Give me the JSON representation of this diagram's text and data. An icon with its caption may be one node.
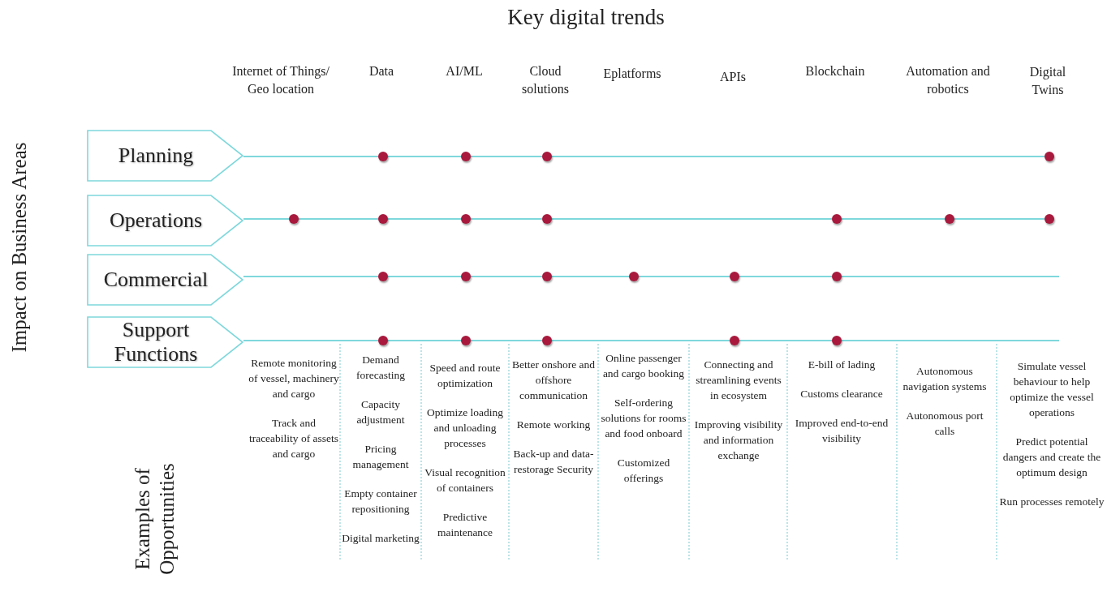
{
  "diagram": {
    "title": "Key digital trends",
    "nodes": [
      {
        "text": [
          "Planning"
        ]
      },
      {
        "text": [],
        "shape": "circle"
      },
      {
        "text": [],
        "shape": "circle"
      },
      {
        "text": [],
        "shape": "circle"
      },
      {
        "text": [],
        "shape": "circle"
      },
      {
        "text": [
          "Operations"
        ]
      },
      {
        "text": [],
        "shape": "circle"
      },
      {
        "text": [],
        "shape": "circle"
      },
      {
        "text": [],
        "shape": "circle"
      },
      {
        "text": [],
        "shape": "circle"
      },
      {
        "text": [],
        "shape": "circle"
      },
      {
        "text": [],
        "shape": "circle"
      },
      {
        "text": [],
        "shape": "circle"
      },
      {
        "text": [
          "Commercial"
        ]
      },
      {
        "text": [],
        "shape": "circle"
      },
      {
        "text": [],
        "shape": "circle"
      },
      {
        "text": [],
        "shape": "circle"
      },
      {
        "text": [],
        "shape": "circle"
      },
      {
        "text": [],
        "shape": "circle"
      },
      {
        "text": [],
        "shape": "circle"
      },
      {
        "text": [
          "Support Functions"
        ]
      },
      {
        "text": [],
        "shape": "circle"
      },
      {
        "text": [],
        "shape": "circle"
      },
      {
        "text": [],
        "shape": "circle"
      },
      {
        "text": [],
        "shape": "circle"
      },
      {
        "text": [],
        "shape": "circle"
      }
    ],
    "edges": [
      {
        "from": 0,
        "to": 1,
        "arrow": "none"
      },
      {
        "from": 1,
        "to": 2,
        "arrow": "none"
      },
      {
        "from": 2,
        "to": 3,
        "arrow": "none"
      },
      {
        "from": 3,
        "to": 4,
        "arrow": "none"
      },
      {
        "from": 5,
        "to": 6,
        "arrow": "none"
      },
      {
        "from": 6,
        "to": 7,
        "arrow": "none"
      },
      {
        "from": 7,
        "to": 8,
        "arrow": "none"
      },
      {
        "from": 8,
        "to": 9,
        "arrow": "none"
      },
      {
        "from": 9,
        "to": 10,
        "arrow": "none"
      },
      {
        "from": 10,
        "to": 11,
        "arrow": "none"
      },
      {
        "from": 11,
        "to": 12,
        "arrow": "none"
      },
      {
        "from": 13,
        "to": 14,
        "arrow": "none"
      },
      {
        "from": 14,
        "to": 15,
        "arrow": "none"
      },
      {
        "from": 15,
        "to": 16,
        "arrow": "none"
      },
      {
        "from": 16,
        "to": 17,
        "arrow": "none"
      },
      {
        "from": 17,
        "to": 18,
        "arrow": "none"
      },
      {
        "from": 18,
        "to": 19,
        "arrow": "none"
      },
      {
        "from": 19,
        "to": null,
        "arrow": "none"
      },
      {
        "from": 20,
        "to": 21,
        "arrow": "none"
      },
      {
        "from": 21,
        "to": 22,
        "arrow": "none"
      },
      {
        "from": 22,
        "to": 23,
        "arrow": "none"
      },
      {
        "from": 23,
        "to": 24,
        "arrow": "none"
      },
      {
        "from": 24,
        "to": 25,
        "arrow": "none"
      },
      {
        "from": 25,
        "to": null,
        "arrow": "none"
      }
    ],
    "labels": [
      "Internet of Things/ Geo location",
      "Data",
      "AI/ML",
      "Cloud solutions",
      "Eplatforms",
      "APIs",
      "Blockchain",
      "Automation and robotics",
      "Digital Twins",
      "Impact on Business Areas",
      "Examples of Opportunities",
      "Remote monitoring of vessel, machinery and cargo",
      "Track and traceability of assets and cargo",
      "Demand forecasting",
      "Capacity adjustment",
      "Pricing management",
      "Empty container repositioning",
      "Digital marketing",
      "Speed and route optimization",
      "Optimize loading and unloading processes",
      "Visual recognition of containers",
      "Predictive maintenance",
      "Better onshore and offshore communication",
      "Remote working",
      "Back-up and data-restorage Security",
      "Online passenger and cargo booking",
      "Self-ordering solutions for rooms and food onboard",
      "Customized offerings",
      "Connecting and streamlining events in ecosystem",
      "Improving visibility and information exchange",
      "E-bill of lading",
      "Customs clearance",
      "Improved end-to-end visibility",
      "Autonomous navigation systems",
      "Autonomous port calls",
      "Simulate vessel behaviour to help optimize the vessel operations",
      "Predict potential dangers and create the optimum design",
      "Run processes remotely"
    ]
  }
}
